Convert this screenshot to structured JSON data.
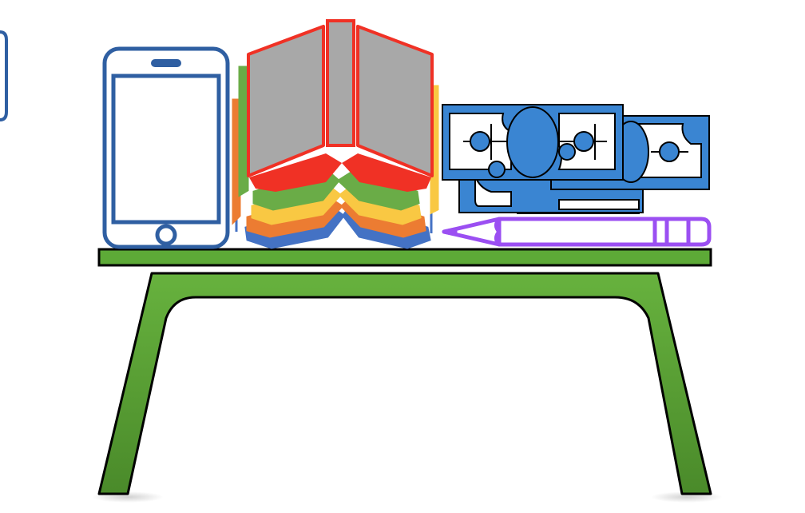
{
  "colors": {
    "background": "#ffffff",
    "table_green": "#5daa37",
    "table_green_dark": "#4c8f2c",
    "outline": "#000000",
    "phone_blue": "#2f5fa2",
    "book_red": "#f03125",
    "book_gray": "#a8a8a8",
    "book_green": "#6aac47",
    "book_yellow": "#f9c843",
    "book_orange": "#ec7c32",
    "book_blue": "#4472c4",
    "money_blue": "#3a85d2",
    "pencil_purple": "#9b4ff2"
  },
  "objects": [
    {
      "name": "smartphone",
      "icon": "smartphone-icon"
    },
    {
      "name": "stack-of-books",
      "icon": "book-stack-icon"
    },
    {
      "name": "banknotes",
      "icon": "money-icon"
    },
    {
      "name": "pencil",
      "icon": "pencil-icon"
    },
    {
      "name": "table",
      "icon": "table-icon"
    }
  ]
}
